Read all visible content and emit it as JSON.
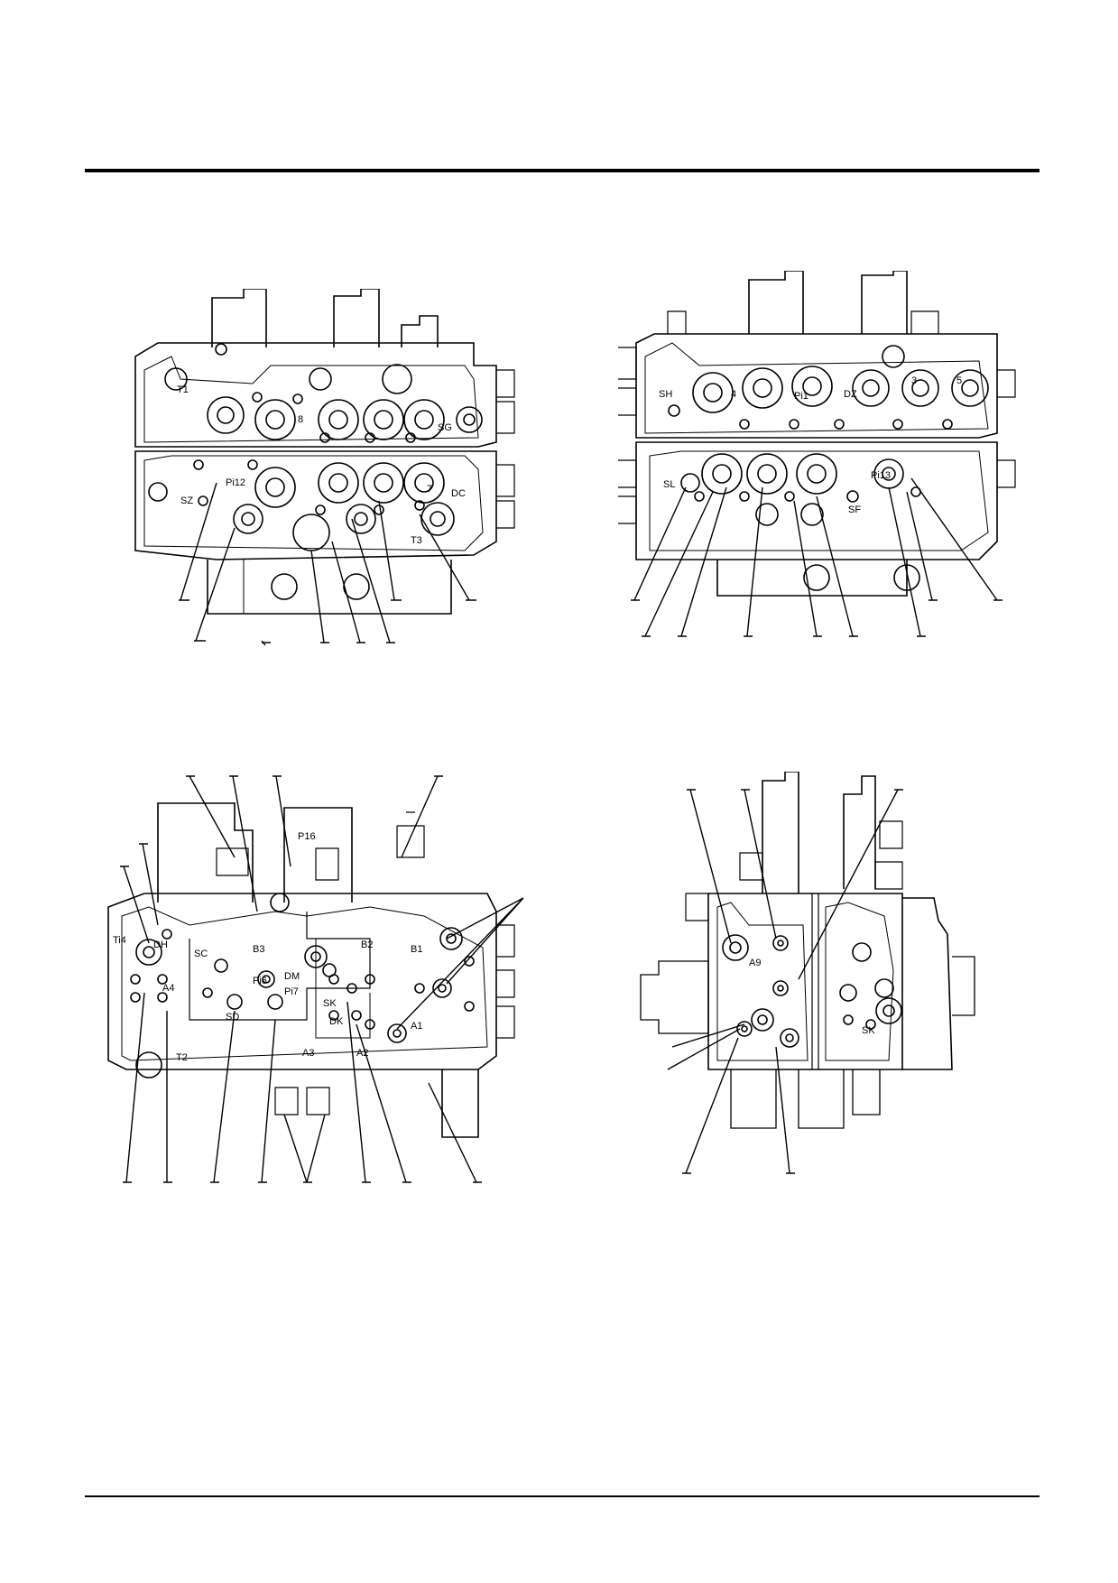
{
  "figures": {
    "top_left": {
      "labels": [
        "T1",
        "SG",
        "Pi12",
        "SZ",
        "DC",
        "T3",
        "8",
        "7"
      ]
    },
    "top_right": {
      "labels": [
        "SH",
        "Pi1",
        "DZ",
        "SL",
        "Pi13",
        "SF",
        "4",
        "3",
        "5"
      ]
    },
    "bottom_left": {
      "labels": [
        "DH",
        "SC",
        "B3",
        "B2",
        "B1",
        "A4",
        "T2",
        "A3",
        "A2",
        "A1",
        "DM",
        "Pi7",
        "Pi6",
        "SK",
        "DK",
        "SD",
        "P16",
        "Ti4"
      ]
    },
    "bottom_right": {
      "labels": [
        "A9",
        "SK"
      ]
    }
  }
}
